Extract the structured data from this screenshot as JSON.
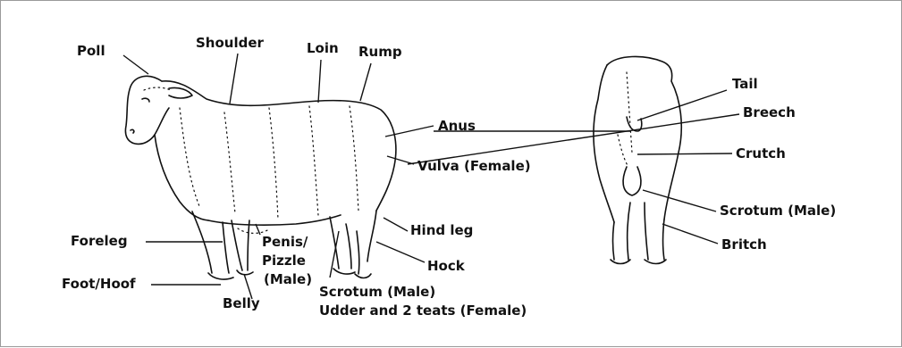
{
  "side_view_labels": {
    "poll": "Poll",
    "shoulder": "Shoulder",
    "loin": "Loin",
    "rump": "Rump",
    "anus": "Anus",
    "vulva": "Vulva (Female)",
    "hind_leg": "Hind leg",
    "hock": "Hock",
    "foreleg": "Foreleg",
    "foot_hoof": "Foot/Hoof",
    "penis_line1": "Penis/",
    "penis_line2": "Pizzle",
    "penis_line3": "(Male)",
    "belly": "Belly",
    "scrotum": "Scrotum (Male)",
    "udder": "Udder and 2 teats (Female)"
  },
  "rear_view_labels": {
    "tail": "Tail",
    "breech": "Breech",
    "crutch": "Crutch",
    "scrotum": "Scrotum (Male)",
    "britch": "Britch"
  }
}
